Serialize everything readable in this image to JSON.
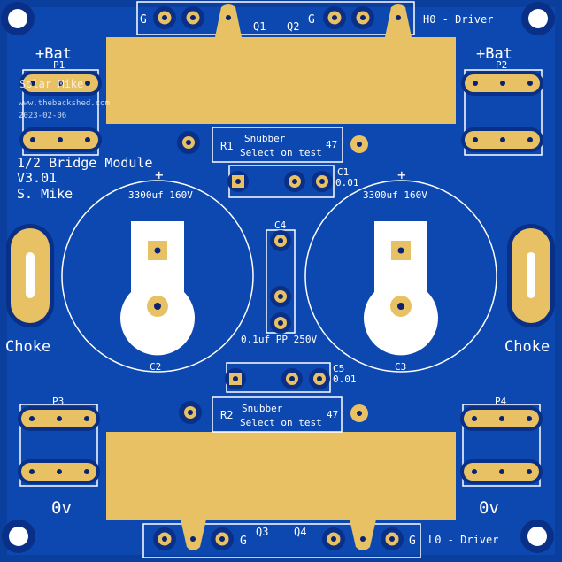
{
  "board": {
    "title_line1": "1/2 Bridge Module",
    "title_line2": "V3.01",
    "title_line3": "S. Mike",
    "watermark": [
      "Solar Mike",
      "www.thebackshed.com",
      "2023-02-06"
    ]
  },
  "top_header": {
    "q1": "Q1",
    "q2": "Q2",
    "g_left": "G",
    "g_right": "G",
    "driver": "H0 - Driver"
  },
  "bottom_header": {
    "q3": "Q3",
    "q4": "Q4",
    "g_left": "G",
    "g_right": "G",
    "driver": "L0 - Driver"
  },
  "terminals": {
    "p1": "P1",
    "p2": "P2",
    "p3": "P3",
    "p4": "P4",
    "bat_left": "+Bat",
    "bat_right": "+Bat",
    "zero_left": "0v",
    "zero_right": "0v",
    "choke_left": "Choke",
    "choke_right": "Choke"
  },
  "r1": {
    "ref": "R1",
    "label1": "Snubber",
    "label2": "Select on test",
    "value": "47"
  },
  "r2": {
    "ref": "R2",
    "label1": "Snubber",
    "label2": "Select on test",
    "value": "47"
  },
  "c1": {
    "ref": "C1",
    "value": "0.01"
  },
  "c5": {
    "ref": "C5",
    "value": "0.01"
  },
  "c4": {
    "ref": "C4",
    "value": "0.1uf PP 250V"
  },
  "c2": {
    "ref": "C2",
    "value": "3300uf 160V",
    "plus": "+"
  },
  "c3": {
    "ref": "C3",
    "value": "3300uf 160V",
    "plus": "+"
  },
  "colors": {
    "board": "#0b3f9e",
    "board_edge": "#082f7c",
    "copper": "#e8c164",
    "silk": "#ffffff",
    "hole": "#0a2270",
    "pad_light": "#f1dc93"
  }
}
